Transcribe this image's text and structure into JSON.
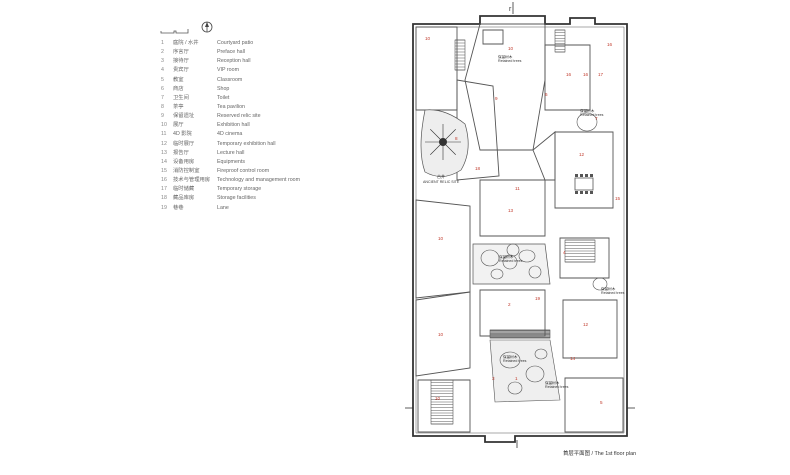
{
  "legend": [
    {
      "num": "1",
      "zh": "庭院 / 水井",
      "en": "Courtyard patio"
    },
    {
      "num": "2",
      "zh": "序言厅",
      "en": "Preface hall"
    },
    {
      "num": "3",
      "zh": "接待厅",
      "en": "Reception hall"
    },
    {
      "num": "4",
      "zh": "贵宾厅",
      "en": "VIP room"
    },
    {
      "num": "5",
      "zh": "教室",
      "en": "Classroom"
    },
    {
      "num": "6",
      "zh": "商店",
      "en": "Shop"
    },
    {
      "num": "7",
      "zh": "卫生间",
      "en": "Toilet"
    },
    {
      "num": "8",
      "zh": "茶亭",
      "en": "Tea pavilion"
    },
    {
      "num": "9",
      "zh": "保留遗址",
      "en": "Reserved relic site"
    },
    {
      "num": "10",
      "zh": "展厅",
      "en": "Exhibition hall"
    },
    {
      "num": "11",
      "zh": "4D 影院",
      "en": "4D cinema"
    },
    {
      "num": "12",
      "zh": "临时展厅",
      "en": "Temporary exhibition hall"
    },
    {
      "num": "13",
      "zh": "报告厅",
      "en": "Lecture hall"
    },
    {
      "num": "14",
      "zh": "设备用房",
      "en": "Equipments"
    },
    {
      "num": "15",
      "zh": "消防控制室",
      "en": "Fireproof control room"
    },
    {
      "num": "16",
      "zh": "技术与管理用房",
      "en": "Technology and management room"
    },
    {
      "num": "17",
      "zh": "临时储藏",
      "en": "Temporary storage"
    },
    {
      "num": "18",
      "zh": "藏品库房",
      "en": "Storage facilities"
    },
    {
      "num": "19",
      "zh": "巷巷",
      "en": "Lane"
    }
  ],
  "plan": {
    "section_mark": "r",
    "room_numbers": [
      "10",
      "10",
      "10",
      "10",
      "10",
      "13",
      "16",
      "16",
      "17",
      "16",
      "12",
      "12",
      "2",
      "3",
      "4",
      "5",
      "6",
      "7",
      "8",
      "9",
      "11",
      "14",
      "15",
      "18",
      "19",
      "1"
    ],
    "tree_labels": [
      {
        "zh": "保留树木",
        "en": "Retained trees"
      },
      {
        "zh": "保留树木",
        "en": "Retained trees"
      },
      {
        "zh": "保留树木",
        "en": "Retained trees"
      },
      {
        "zh": "保留树木",
        "en": "Retained trees"
      },
      {
        "zh": "保留树木",
        "en": "Retained trees"
      },
      {
        "zh": "保留树木",
        "en": "Retained trees"
      }
    ],
    "relic_label": {
      "zh": "古井",
      "en": "ANCIENT RELIC SITE"
    }
  },
  "caption": "首层平面图 / The 1st floor plan",
  "colors": {
    "wall": "#555555",
    "wall_dark": "#333333",
    "number": "#c0392b",
    "bg": "#ffffff"
  }
}
